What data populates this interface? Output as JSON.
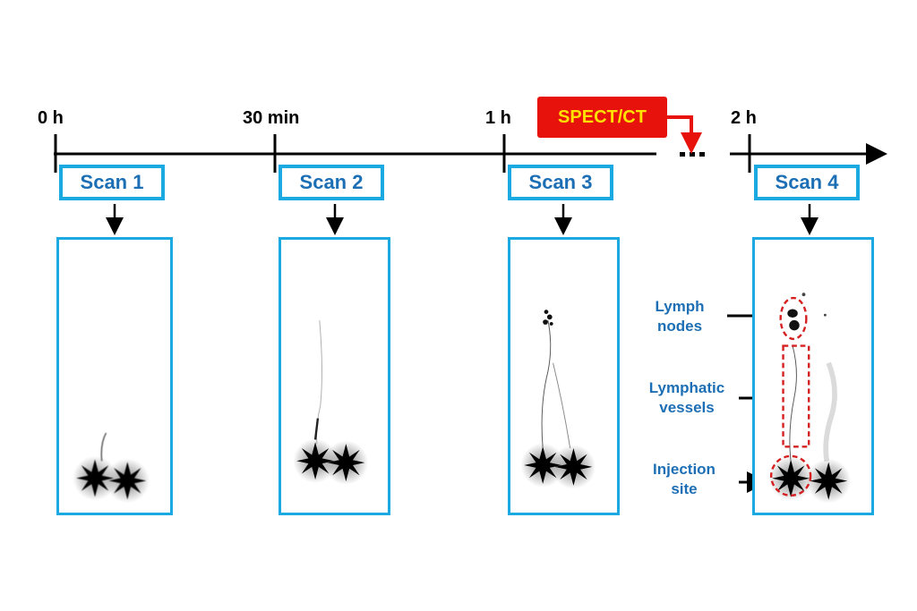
{
  "timeline": {
    "ticks": [
      {
        "label": "0 h"
      },
      {
        "label": "30 min"
      },
      {
        "label": "1 h"
      },
      {
        "label": "2 h"
      }
    ],
    "gap_marker": "…",
    "event": {
      "label": "SPECT/CT",
      "color": "#e8120c",
      "text_color": "#ffe000"
    }
  },
  "scans": [
    {
      "label": "Scan 1"
    },
    {
      "label": "Scan 2"
    },
    {
      "label": "Scan 3"
    },
    {
      "label": "Scan 4"
    }
  ],
  "annotations": [
    {
      "label_line1": "Lymph",
      "label_line2": "nodes"
    },
    {
      "label_line1": "Lymphatic",
      "label_line2": "vessels"
    },
    {
      "label_line1": "Injection",
      "label_line2": "site"
    }
  ],
  "colors": {
    "scan_border": "#1ba9e1",
    "scan_text": "#1d6fb5",
    "highlight": "#d42020"
  }
}
